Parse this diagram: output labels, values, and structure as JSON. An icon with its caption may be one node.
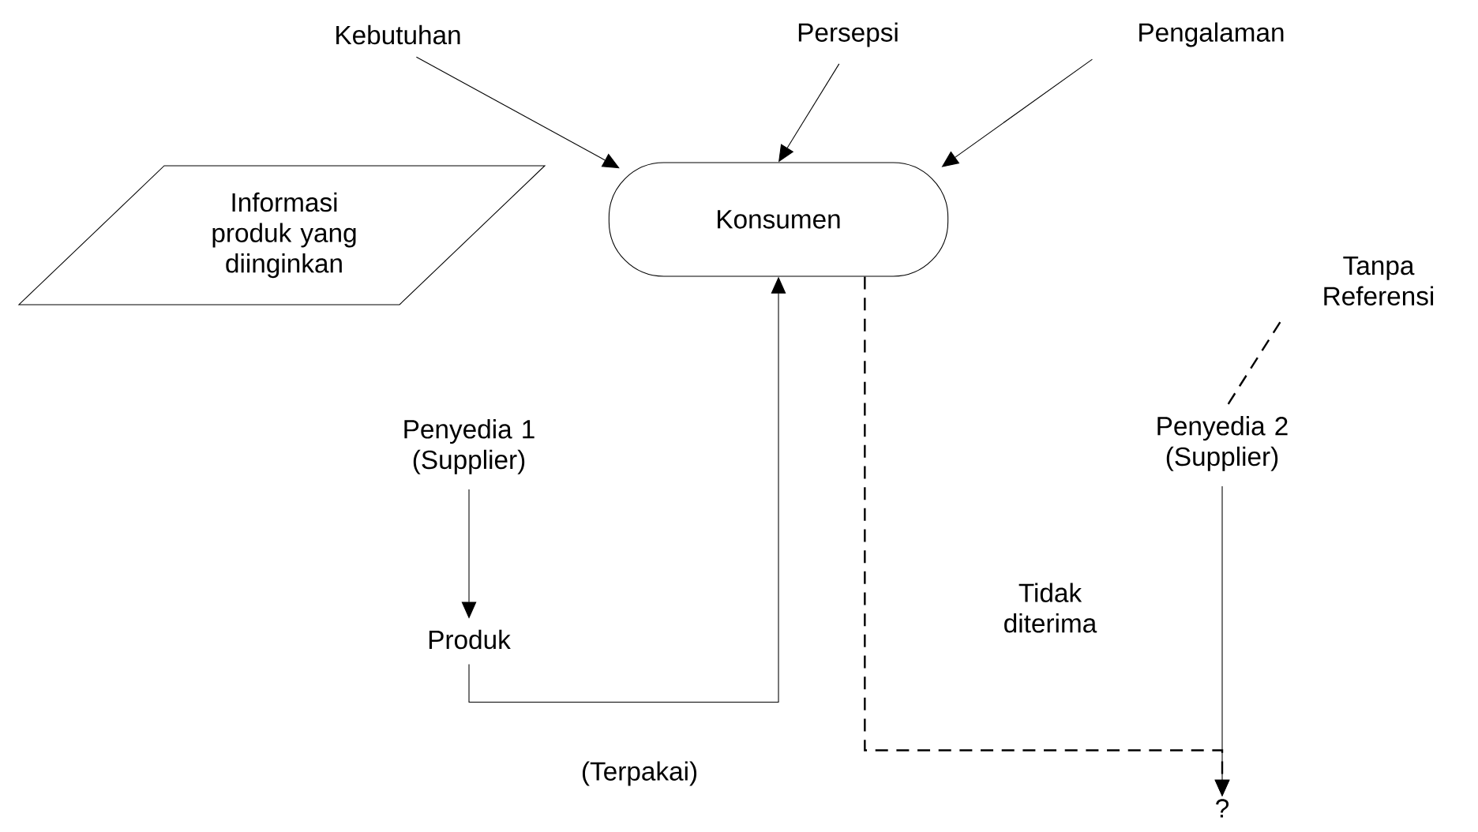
{
  "diagram": {
    "nodes": [
      {
        "text": [
          "Kebutuhan"
        ]
      },
      {
        "text": [
          "Persepsi"
        ]
      },
      {
        "text": [
          "Pengalaman"
        ]
      },
      {
        "text": [
          "Konsumen"
        ]
      },
      {
        "text": [
          "Informasi produk yang diinginkan"
        ]
      },
      {
        "text": [
          "Tanpa Referensi"
        ]
      },
      {
        "text": [
          "Penyedia 1 (Supplier)"
        ]
      },
      {
        "text": [
          "Produk"
        ]
      },
      {
        "text": [
          "Penyedia 2 (Supplier)"
        ]
      },
      {
        "text": [
          "?"
        ]
      }
    ],
    "edges": [
      {
        "from": 0,
        "to": 3,
        "arrow": "to"
      },
      {
        "from": 1,
        "to": 3,
        "arrow": "to"
      },
      {
        "from": 2,
        "to": 3,
        "arrow": "to"
      },
      {
        "from": 5,
        "to": 8,
        "arrow": "none",
        "style": "dashed"
      },
      {
        "from": 6,
        "to": 7,
        "arrow": "to"
      },
      {
        "from": 7,
        "to": 3,
        "arrow": "to",
        "label": "(Terpakai)"
      },
      {
        "from": 3,
        "to": 9,
        "arrow": "to",
        "style": "dashed",
        "label": "Tidak diterima"
      },
      {
        "from": 8,
        "to": 9,
        "arrow": "to"
      }
    ]
  }
}
